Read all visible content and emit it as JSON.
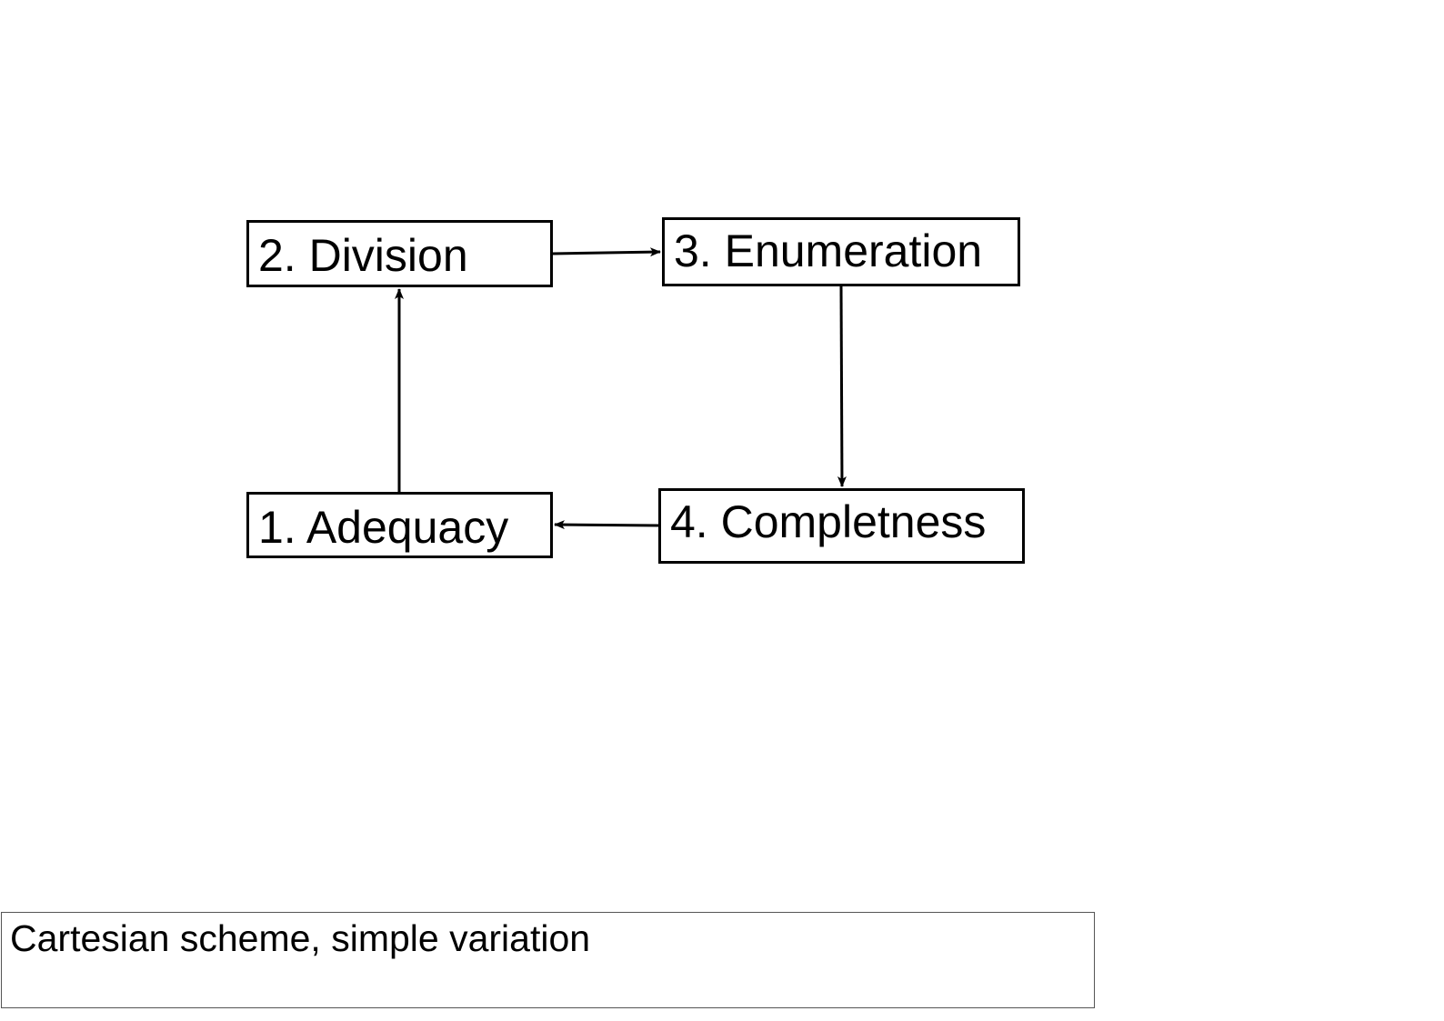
{
  "diagram": {
    "nodes": {
      "division": "2. Division",
      "enumeration": "3. Enumeration",
      "adequacy": "1. Adequacy",
      "completeness": "4. Completness"
    },
    "edges": [
      {
        "from": "1. Adequacy",
        "to": "2. Division"
      },
      {
        "from": "2. Division",
        "to": "3. Enumeration"
      },
      {
        "from": "3. Enumeration",
        "to": "4. Completness"
      },
      {
        "from": "4. Completness",
        "to": "1. Adequacy"
      }
    ]
  },
  "caption": {
    "text": "Cartesian scheme, simple variation"
  }
}
